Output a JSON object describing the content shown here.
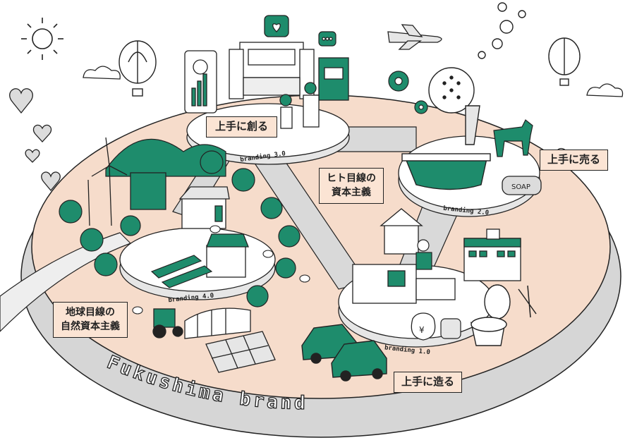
{
  "brand": {
    "ring_text": "Fukushima brand"
  },
  "platforms": [
    {
      "id": "b1",
      "label": "branding 1.0"
    },
    {
      "id": "b2",
      "label": "branding 2.0"
    },
    {
      "id": "b3",
      "label": "branding 3.0"
    },
    {
      "id": "b4",
      "label": "branding 4.0"
    }
  ],
  "labels": {
    "create": "上手に創る",
    "sell": "上手に売る",
    "make": "上手に造る",
    "human_line1": "ヒト目線の",
    "human_line2": "資本主義",
    "earth_line1": "地球目線の",
    "earth_line2": "自然資本主義"
  },
  "signs": {
    "soap": "SOAP",
    "yen": "¥"
  },
  "colors": {
    "green": "#1e8c6c",
    "peach": "#f6dccb",
    "ring_gray": "#d6d6d6",
    "path_gray": "#d9d9d9",
    "outline": "#222222",
    "label_bg": "#fbe4d4"
  },
  "icons": [
    "sun-icon",
    "balloon-icon",
    "heart-icon",
    "cloud-icon",
    "airplane-icon",
    "bubble-icon",
    "gear-icon",
    "shower-head-icon",
    "dog-icon",
    "bathtub-icon",
    "soap-icon",
    "windmill-icon",
    "tree-icon",
    "house-icon",
    "bee-icon",
    "tractor-icon",
    "greenhouse-icon",
    "solar-panel-icon",
    "car-icon",
    "factory-machine-icon",
    "hospital-icon",
    "toilet-icon",
    "pliers-icon",
    "coins-icon",
    "tablet-chart-icon",
    "monitor-icon",
    "chat-heart-icon",
    "chat-dots-icon",
    "person-icon"
  ]
}
